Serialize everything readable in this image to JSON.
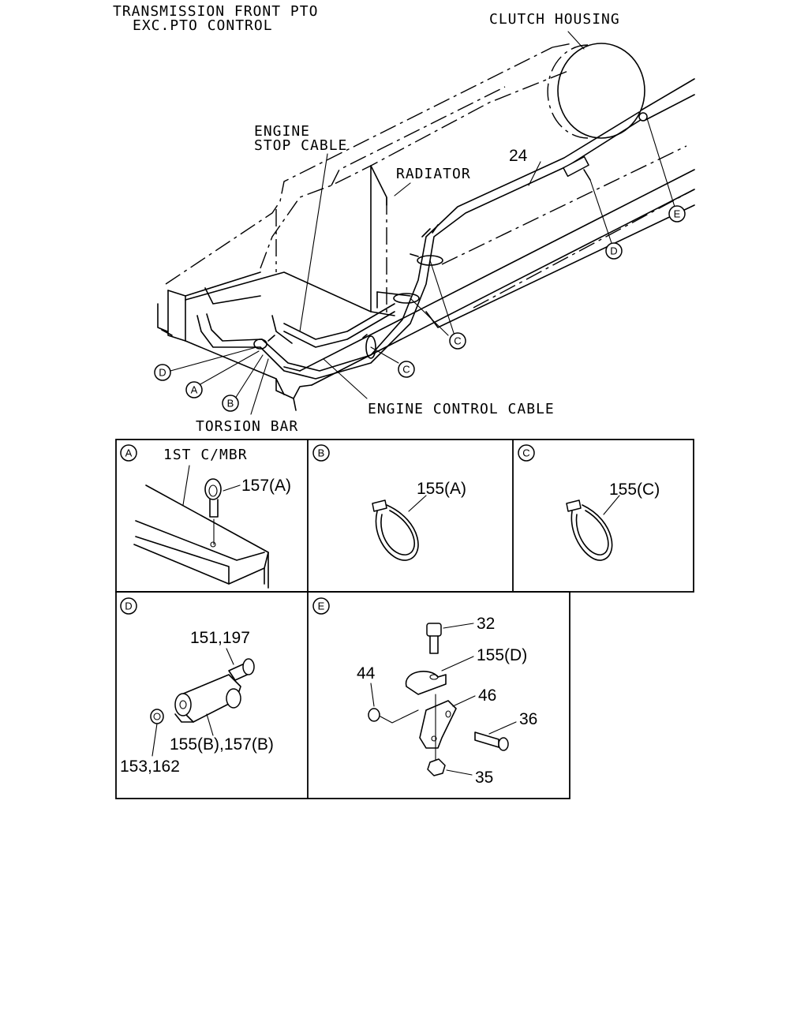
{
  "header": {
    "line1": "TRANSMISSION FRONT PTO",
    "line2": "EXC.PTO CONTROL"
  },
  "labels": {
    "clutch_housing": "CLUTCH HOUSING",
    "engine_1": "ENGINE",
    "engine_2": "STOP CABLE",
    "radiator": "RADIATOR",
    "part_24": "24",
    "engine_control_cable": "ENGINE CONTROL CABLE",
    "torsion_bar": "TORSION BAR"
  },
  "markers": {
    "A": "A",
    "B": "B",
    "C": "C",
    "D": "D",
    "E": "E"
  },
  "detail_a": {
    "key": "A",
    "member": "1ST C/MBR",
    "part": "157(A)"
  },
  "detail_b": {
    "key": "B",
    "part": "155(A)"
  },
  "detail_c": {
    "key": "C",
    "part": "155(C)"
  },
  "detail_d": {
    "key": "D",
    "part_bolt": "151,197",
    "part_clip": "155(B),157(B)",
    "part_nut": "153,162"
  },
  "detail_e": {
    "key": "E",
    "p32": "32",
    "p155d": "155(D)",
    "p44": "44",
    "p46": "46",
    "p36": "36",
    "p35": "35"
  }
}
